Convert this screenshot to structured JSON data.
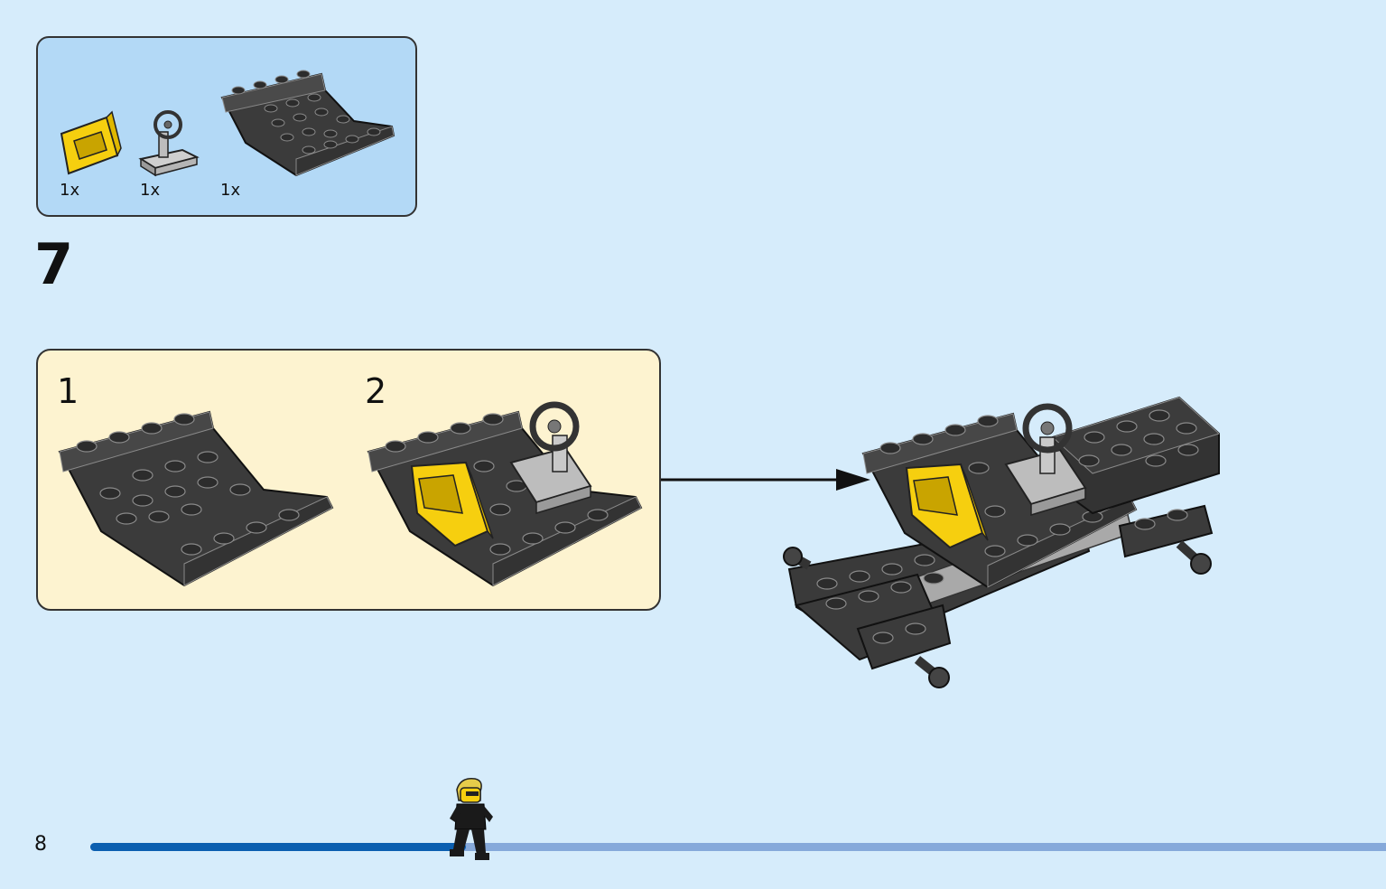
{
  "parts_list": {
    "items": [
      {
        "icon": "yellow-windscreen-brick-icon",
        "qty": "1x"
      },
      {
        "icon": "steering-wheel-icon",
        "qty": "1x"
      },
      {
        "icon": "black-inverted-slope-plate-icon",
        "qty": "1x"
      }
    ]
  },
  "step": {
    "number": "7"
  },
  "substeps": [
    {
      "number": "1"
    },
    {
      "number": "2"
    }
  ],
  "footer": {
    "page_number": "8",
    "progress": 0.29
  },
  "colors": {
    "page_background": "#d6ecfb",
    "parts_box": "#b3d9f6",
    "substep_box": "#fdf3d0",
    "progress_fill": "#0b5fb0",
    "progress_track": "#86a9da",
    "brick_black": "#3b3b3b",
    "brick_yellow": "#f6cf0f",
    "brick_gray": "#a5a5a5"
  }
}
